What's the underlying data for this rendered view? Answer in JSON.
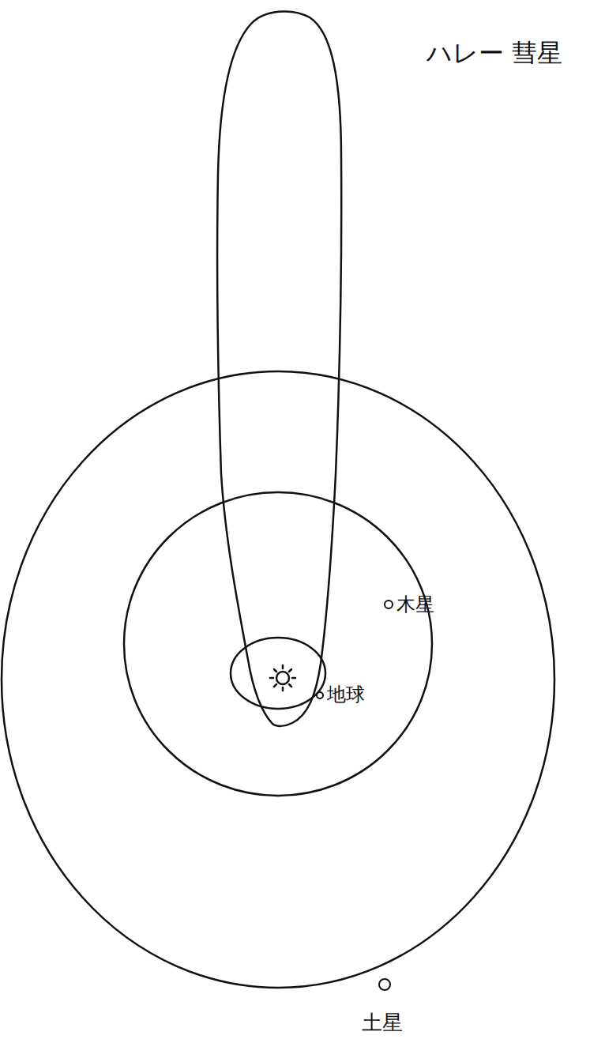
{
  "diagram": {
    "labels": [
      "ハレー 彗星",
      "地球",
      "木星",
      "土星"
    ]
  }
}
